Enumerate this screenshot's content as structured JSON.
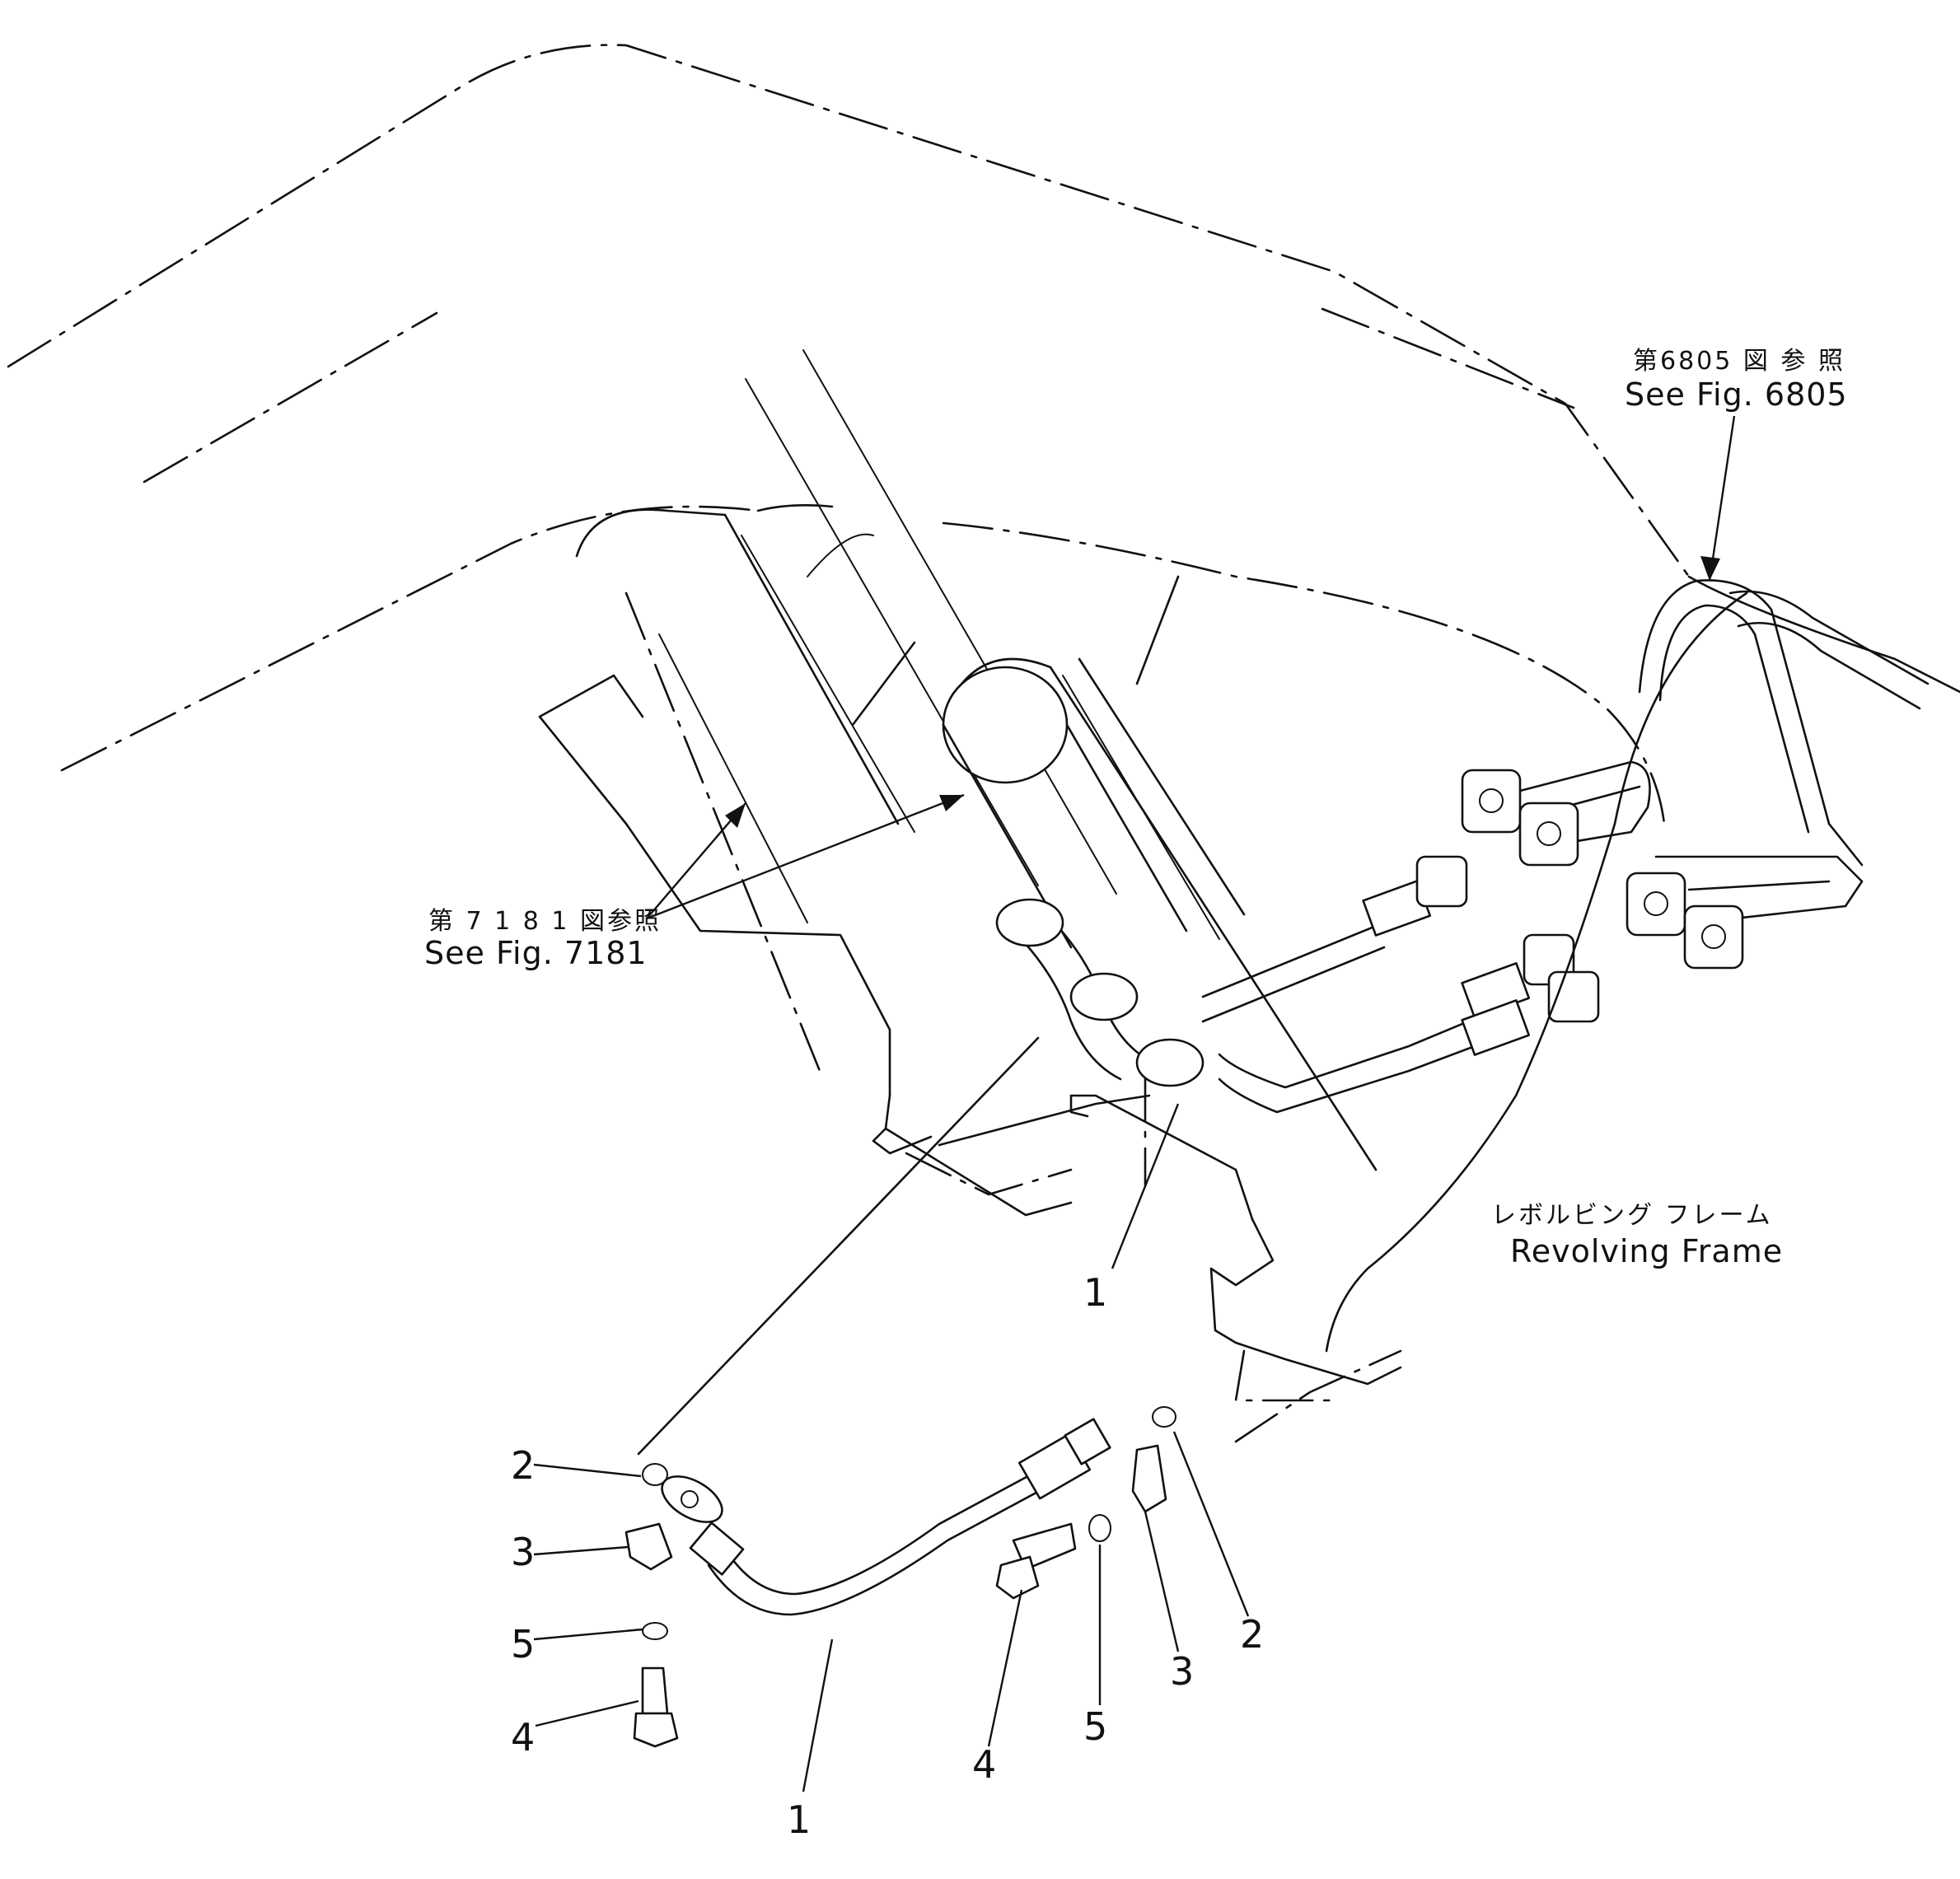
{
  "references": {
    "fig_6805_jp": "第6805 図 参 照",
    "fig_6805_en": "See Fig. 6805",
    "fig_7181_jp": "第 7 1 8 1 図参照",
    "fig_7181_en": "See Fig. 7181"
  },
  "frame_label": {
    "jp": "レボルビング フレーム",
    "en": "Revolving Frame"
  },
  "callouts": {
    "c1_upper": "1",
    "c1_lower": "1",
    "c2_left": "2",
    "c2_right": "2",
    "c3_left": "3",
    "c3_right": "3",
    "c4_left": "4",
    "c4_right": "4",
    "c5_left": "5",
    "c5_right": "5"
  }
}
